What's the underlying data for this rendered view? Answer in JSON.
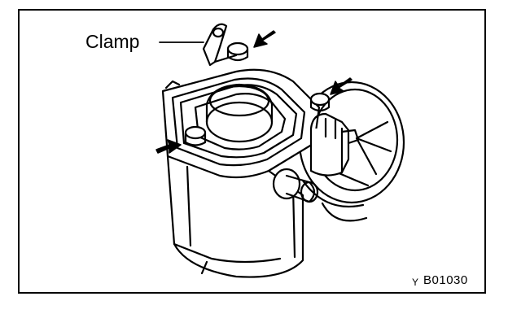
{
  "labels": {
    "clamp": "Clamp",
    "figure_prefix": "Y",
    "figure_code": "B01030"
  },
  "colors": {
    "ink": "#000000",
    "paper": "#ffffff"
  },
  "callouts": {
    "arrow_count": 3,
    "arrow_icon": "bold-arrow-icon"
  }
}
